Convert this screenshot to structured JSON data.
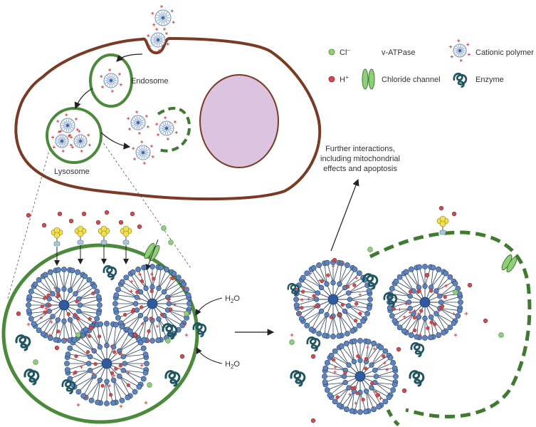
{
  "labels": {
    "endosome": "Endosome",
    "lysosome": "Lysosome",
    "further": [
      "Further interactions,",
      "including mitochondrial",
      "effects and apoptosis"
    ],
    "water_top": "H",
    "water_bottom": "H",
    "water_sub": "2",
    "water_o": "O"
  },
  "legend": {
    "chloride_ion": "Cl",
    "chloride_sup": "–",
    "proton": "H",
    "proton_sup": "+",
    "vatpase": "v-ATPase",
    "chloride_channel": "Chloride channel",
    "cationic_polymer": "Cationic polymer",
    "enzyme": "Enzyme"
  },
  "colors": {
    "cell_membrane": "#7a3a24",
    "vesicle_membrane": "#4a8a3a",
    "nucleus_fill": "#dcc3e0",
    "polymer_bead": "#5b84c0",
    "polymer_core": "#2f5aa0",
    "proton": "#d44a4a",
    "chloride": "#8fcf7a",
    "charge": "#d23c3c",
    "vatpase": "#f1df4c",
    "enzyme": "#1f5560"
  }
}
